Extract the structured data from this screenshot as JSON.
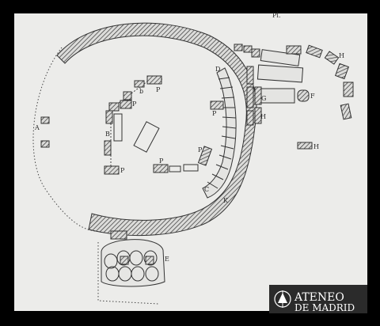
{
  "plate_mark": "Pl.",
  "labels": {
    "A": "A",
    "B": "B",
    "b": "b",
    "C": "C",
    "D": "D",
    "E": "E",
    "F": "F",
    "G": "G",
    "H": "H",
    "K": "K",
    "P": "P"
  },
  "watermark": {
    "line1": "ATENEO",
    "line2": "DE MADRID"
  },
  "colors": {
    "paper": "#ececea",
    "ink": "#3a3a3a",
    "background": "#000000",
    "watermark_bg": "#2b2b2b"
  }
}
